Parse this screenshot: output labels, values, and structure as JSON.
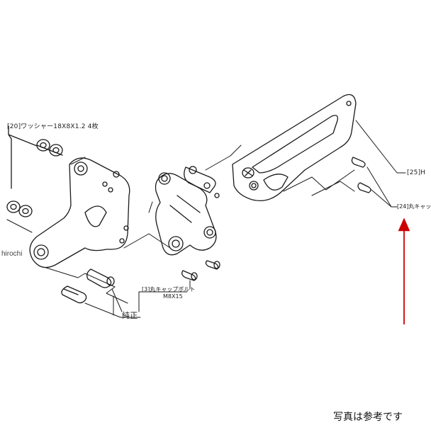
{
  "labels": {
    "washer": "[20]ワッシャー18X8X1.2 4枚",
    "part25": "[25]H",
    "part24": "[24]丸キャッ",
    "cap_bolt_line1": "[3]丸キャップボルト",
    "cap_bolt_line2": "M8X15",
    "genuine": "純正"
  },
  "watermark": "hirochi",
  "caption": "写真は参考です",
  "colors": {
    "line": "#1a1a1a",
    "arrow": "#cc0000",
    "background": "#ffffff"
  }
}
